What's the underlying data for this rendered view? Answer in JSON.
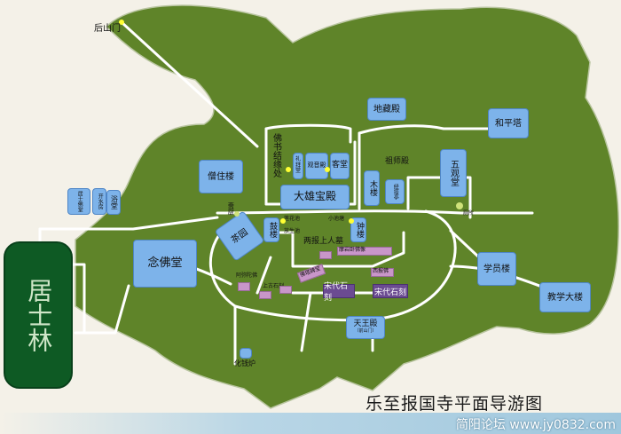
{
  "title": "乐至报国寺平面导游图",
  "watermark": "简阳论坛 www.jy0832.com",
  "colors": {
    "terrain": "#5f8429",
    "building": "#7db3ea",
    "forest_block": "#0e5a24",
    "path": "#ffffff",
    "marker": "#ffff33"
  },
  "places": {
    "houshanmen": "后山门",
    "jushilin": "居士林",
    "nianfotang": "念佛堂",
    "sengzhulou": "僧住楼",
    "fotang_small": "居士佛堂",
    "kaishuifang": "开水房",
    "yutang": "浴堂",
    "fozhang": "佛书结缘处",
    "guanyindian": "观音殿",
    "zhaitang": "斋堂",
    "libeitang": "礼拜堂",
    "ketang": "客堂",
    "daxiongbaodian": "大雄宝殿",
    "dizangdian": "地藏殿",
    "mulou": "木楼",
    "jingta": "经塔亭",
    "zushidian": "祖师殿",
    "wuguantang": "五观堂",
    "cesuo": "厕所",
    "hepingta": "和平塔",
    "tufang": "斋厨",
    "chayuan": "茶园",
    "gulou": "鼓楼",
    "lianhuachi": "莲花池",
    "fangshengchi": "放生池",
    "xiaoyanzhi": "小池塘",
    "zhonglou": "钟楼",
    "liangjiemu": "两报上人墓",
    "moyanwofo": "摩岩卧佛像",
    "xiranbeige": "西报佛",
    "amituofo": "阿弥陀佛",
    "foyuanshicui": "佛塔碑宝",
    "songdaishike": "宋代石刻",
    "shanggudaita": "上古石刻",
    "tianwangdian": "天王殿",
    "qianshanmen": "（前山门）",
    "xueyuanlou": "学员楼",
    "jiaoxuedalou": "教学大楼",
    "huaqianlu": "化钱炉",
    "songdaishike2": "宋代石刻"
  }
}
